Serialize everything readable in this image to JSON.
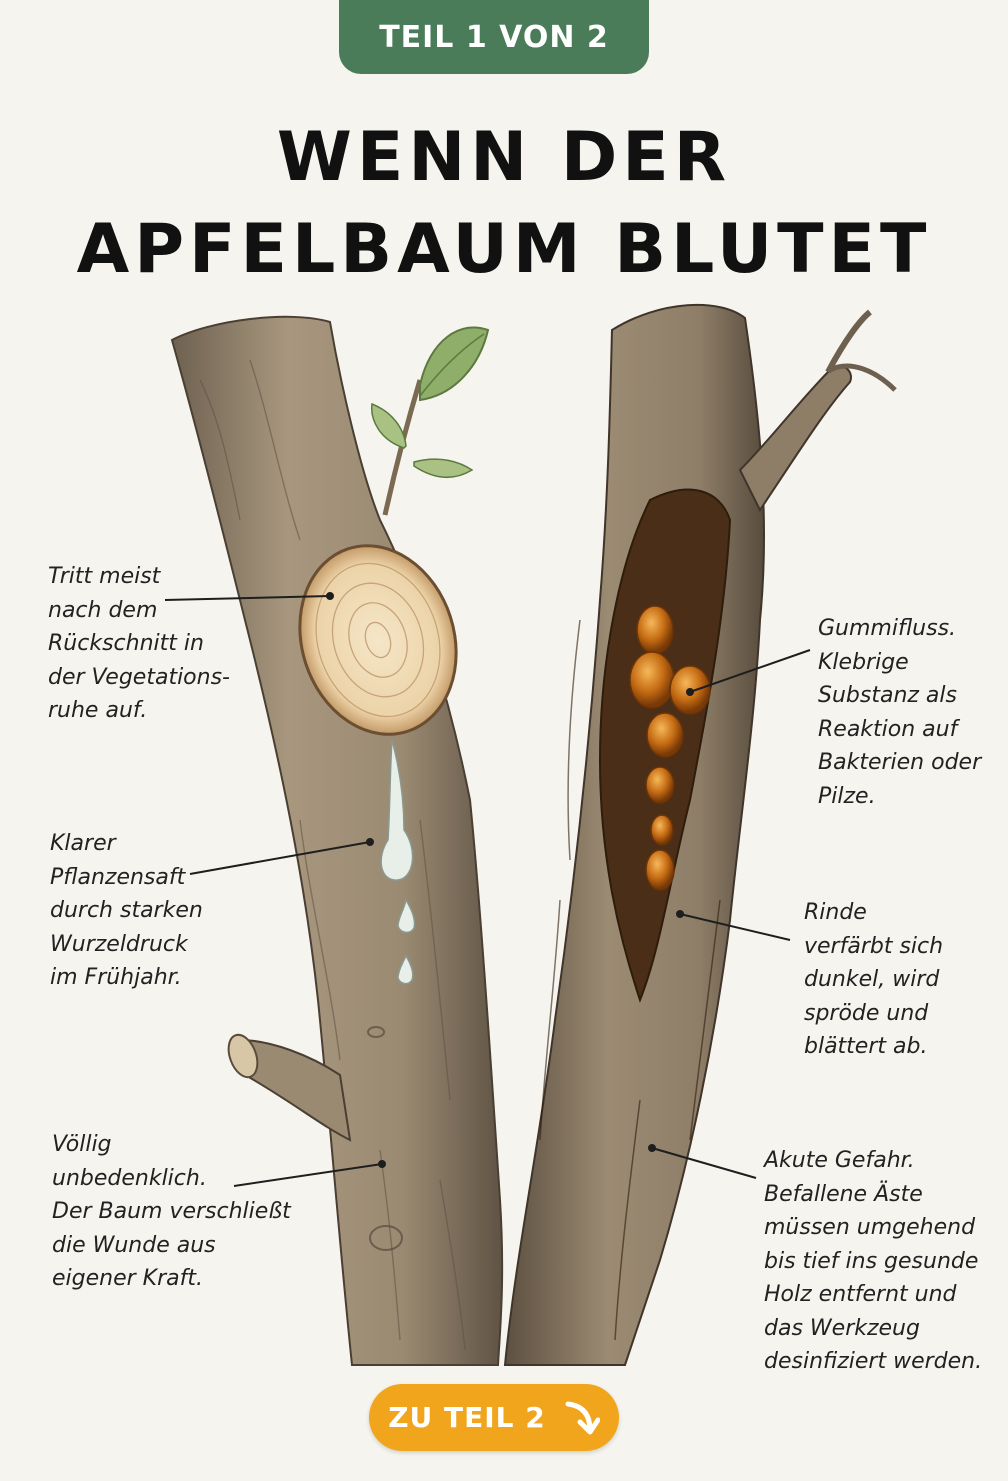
{
  "header": {
    "badge": "TEIL 1 VON 2"
  },
  "title": {
    "line1": "WENN DER",
    "line2": "APFELBAUM BLUTET"
  },
  "annotations": {
    "left_top": [
      "Tritt meist",
      "nach dem",
      "Rückschnitt in",
      "der Vegetations-",
      "ruhe auf."
    ],
    "left_middle": [
      "Klarer",
      "Pflanzensaft",
      "durch starken",
      "Wurzeldruck",
      "im Frühjahr."
    ],
    "left_bottom": [
      "Völlig",
      "unbedenklich.",
      "Der Baum verschließt",
      "die Wunde aus",
      "eigener Kraft."
    ],
    "right_top": [
      "Gummifluss.",
      "Klebrige",
      "Substanz als",
      "Reaktion auf",
      "Bakterien oder",
      "Pilze."
    ],
    "right_middle": [
      "Rinde",
      "verfärbt sich",
      "dunkel, wird",
      "spröde und",
      "blättert ab."
    ],
    "right_bottom": [
      "Akute Gefahr.",
      "Befallene Äste",
      "müssen umgehend",
      "bis tief ins gesunde",
      "Holz entfernt und",
      "das Werkzeug",
      "desinfiziert werden."
    ]
  },
  "cta": {
    "label": "ZU TEIL 2",
    "icon": "arrow-down-right-icon"
  },
  "colors": {
    "badge": "#4a7c59",
    "cta": "#f1a51c",
    "bark": "#8c7b65",
    "cut_wood": "#f0dcb8",
    "gum": "#c06a12",
    "sap": "#e8efe8",
    "leaf": "#8fae6a"
  }
}
